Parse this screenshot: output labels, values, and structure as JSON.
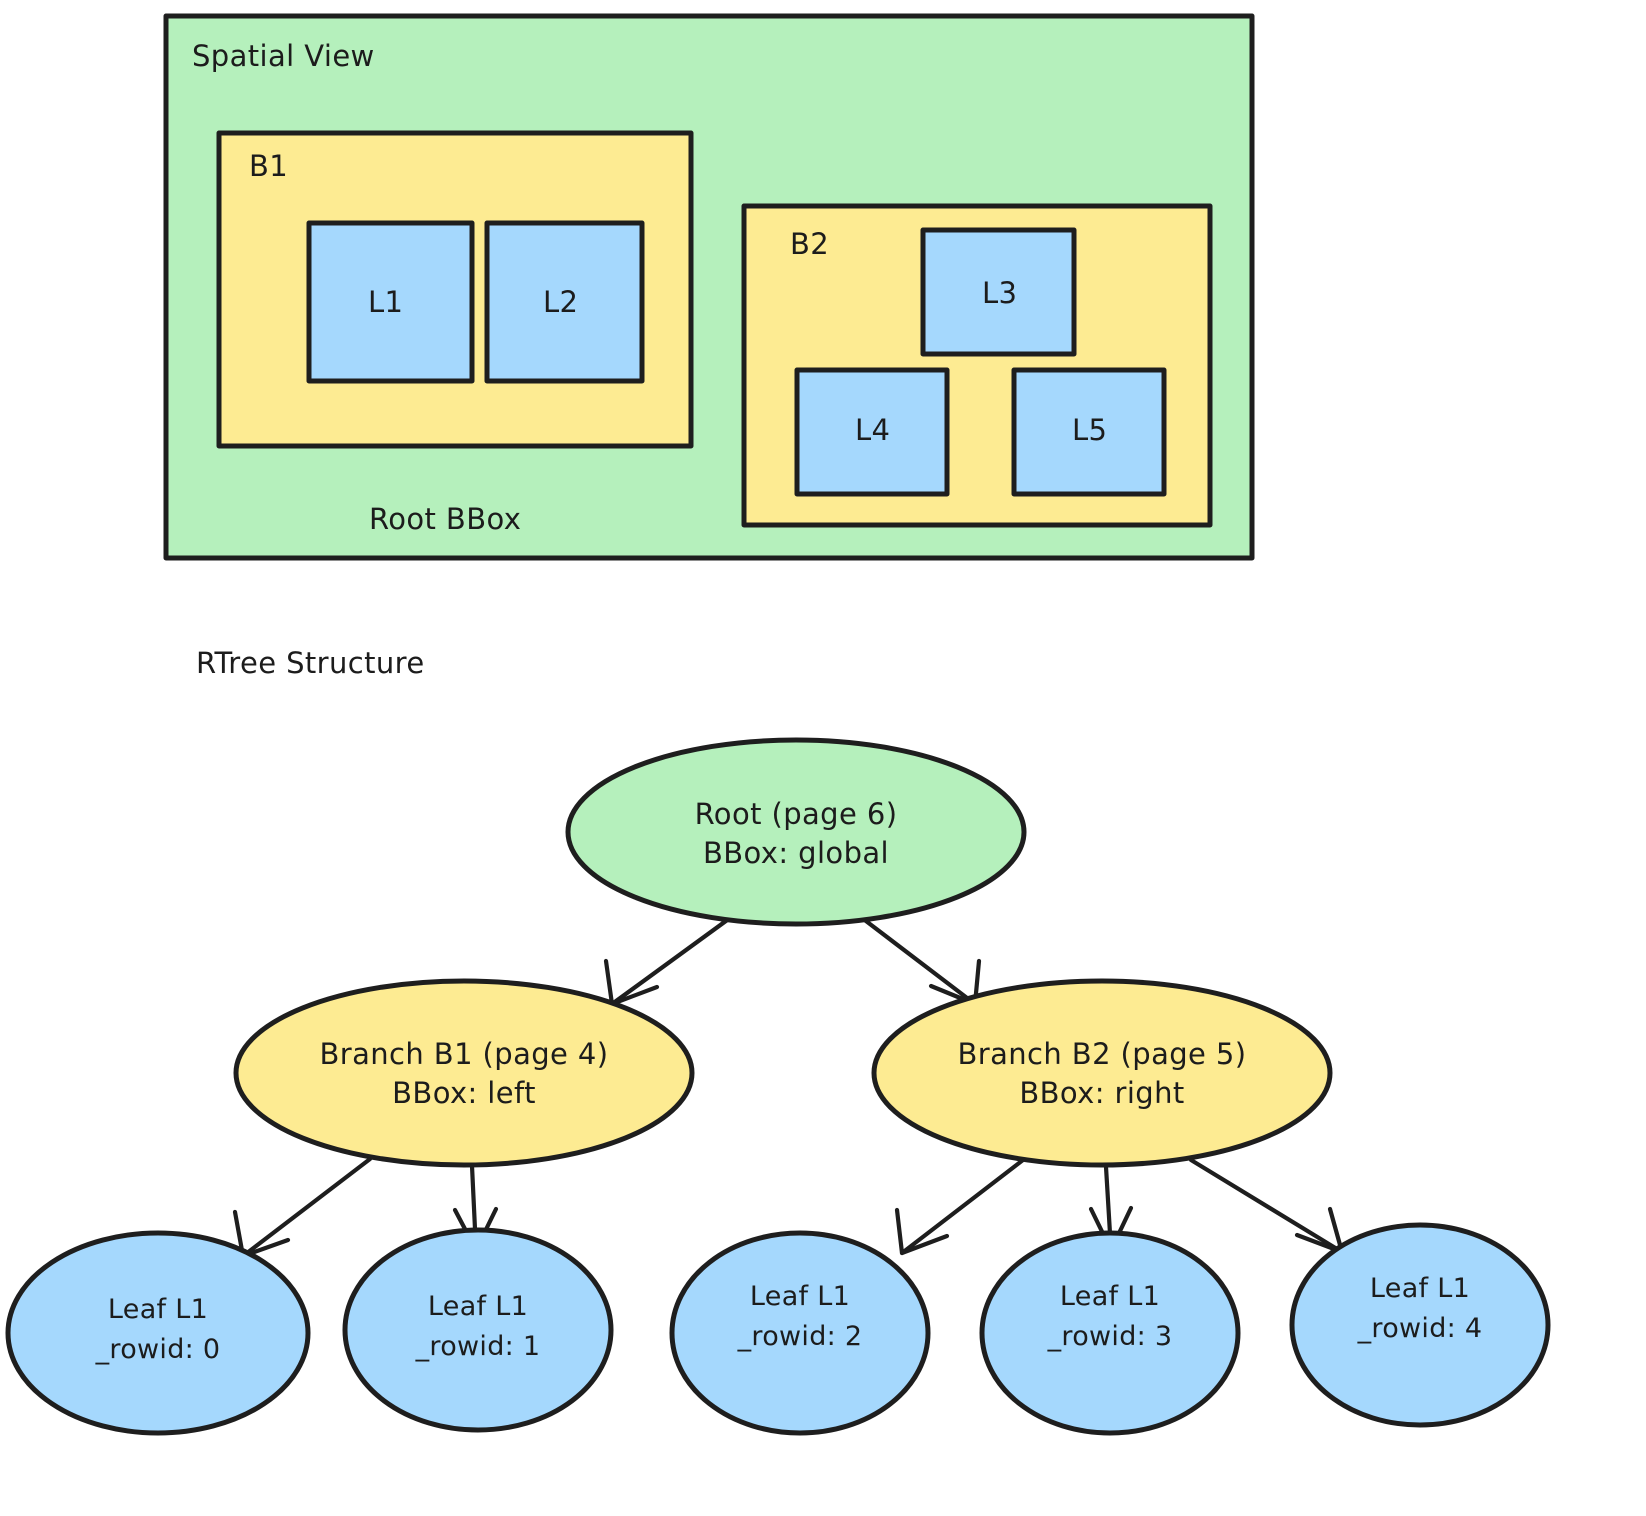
{
  "diagram": {
    "title_spatial": "Spatial View",
    "title_tree": "RTree Structure",
    "colors": {
      "green": "#b5f0bc",
      "yellow": "#fdeb92",
      "blue": "#a5d8fd",
      "stroke": "#1e1e1e",
      "text": "#1c1c1c",
      "background": "#ffffff"
    }
  },
  "spatial_view": {
    "label": "Spatial View",
    "root_bbox_label": "Root BBox",
    "branches": [
      {
        "label": "B1",
        "leaves": [
          {
            "label": "L1"
          },
          {
            "label": "L2"
          }
        ]
      },
      {
        "label": "B2",
        "leaves": [
          {
            "label": "L3"
          },
          {
            "label": "L4"
          },
          {
            "label": "L5"
          }
        ]
      }
    ]
  },
  "tree": {
    "section_label": "RTree Structure",
    "root": {
      "line1": "Root (page 6)",
      "line2": "BBox: global"
    },
    "branches": [
      {
        "line1": "Branch B1 (page 4)",
        "line2": "BBox: left"
      },
      {
        "line1": "Branch B2 (page 5)",
        "line2": "BBox: right"
      }
    ],
    "leaves": [
      {
        "line1": "Leaf L1",
        "line2": "_rowid: 0"
      },
      {
        "line1": "Leaf L1",
        "line2": "_rowid: 1"
      },
      {
        "line1": "Leaf L1",
        "line2": "_rowid: 2"
      },
      {
        "line1": "Leaf L1",
        "line2": "_rowid: 3"
      },
      {
        "line1": "Leaf L1",
        "line2": "_rowid: 4"
      }
    ]
  }
}
